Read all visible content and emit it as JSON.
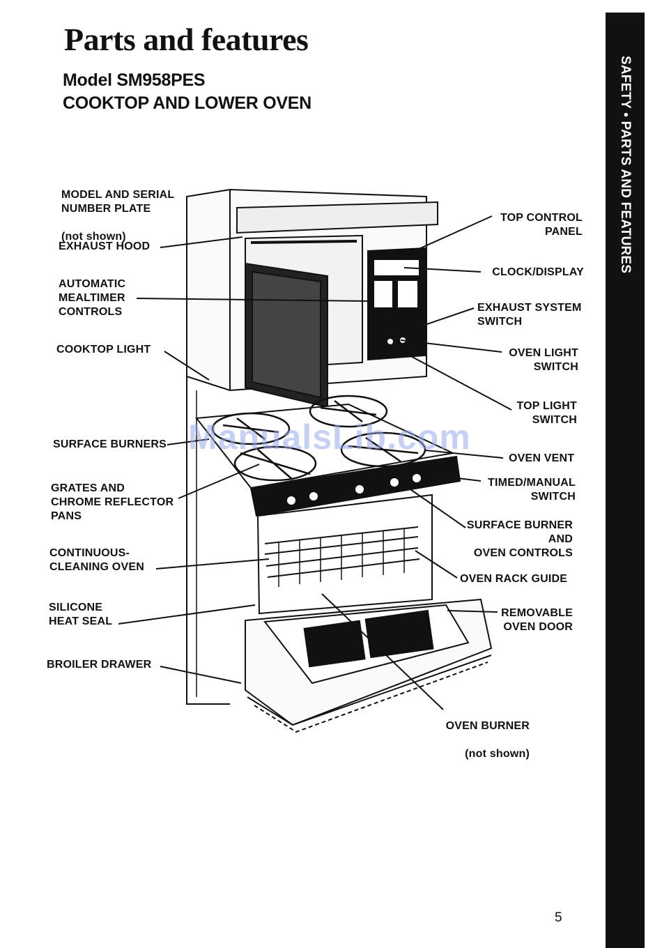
{
  "title": "Parts and features",
  "subtitle_line1": "Model SM958PES",
  "subtitle_line2": "COOKTOP AND LOWER OVEN",
  "side_tab": "SAFETY • PARTS AND FEATURES",
  "watermark": "ManualsLib.com",
  "page_number": "5",
  "labels": {
    "model_plate": "MODEL AND SERIAL\nNUMBER PLATE",
    "model_plate_note": "(not shown)",
    "exhaust_hood": "EXHAUST HOOD",
    "mealtimer": "AUTOMATIC\nMEALTIMER\nCONTROLS",
    "cooktop_light": "COOKTOP LIGHT",
    "surface_burners": "SURFACE BURNERS",
    "grates": "GRATES AND\nCHROME REFLECTOR\nPANS",
    "continuous_oven": "CONTINUOUS-\nCLEANING OVEN",
    "heat_seal": "SILICONE\nHEAT SEAL",
    "broiler_drawer": "BROILER DRAWER",
    "top_control_panel": "TOP CONTROL\nPANEL",
    "clock_display": "CLOCK/DISPLAY",
    "exhaust_switch": "EXHAUST SYSTEM\nSWITCH",
    "oven_light_switch": "OVEN LIGHT\nSWITCH",
    "top_light_switch": "TOP LIGHT\nSWITCH",
    "oven_vent": "OVEN VENT",
    "timed_manual": "TIMED/MANUAL\nSWITCH",
    "surface_controls": "SURFACE BURNER\nAND\nOVEN CONTROLS",
    "oven_rack_guide": "OVEN RACK GUIDE",
    "removable_door": "REMOVABLE\nOVEN DOOR",
    "oven_burner": "OVEN BURNER",
    "oven_burner_note": "(not shown)"
  }
}
